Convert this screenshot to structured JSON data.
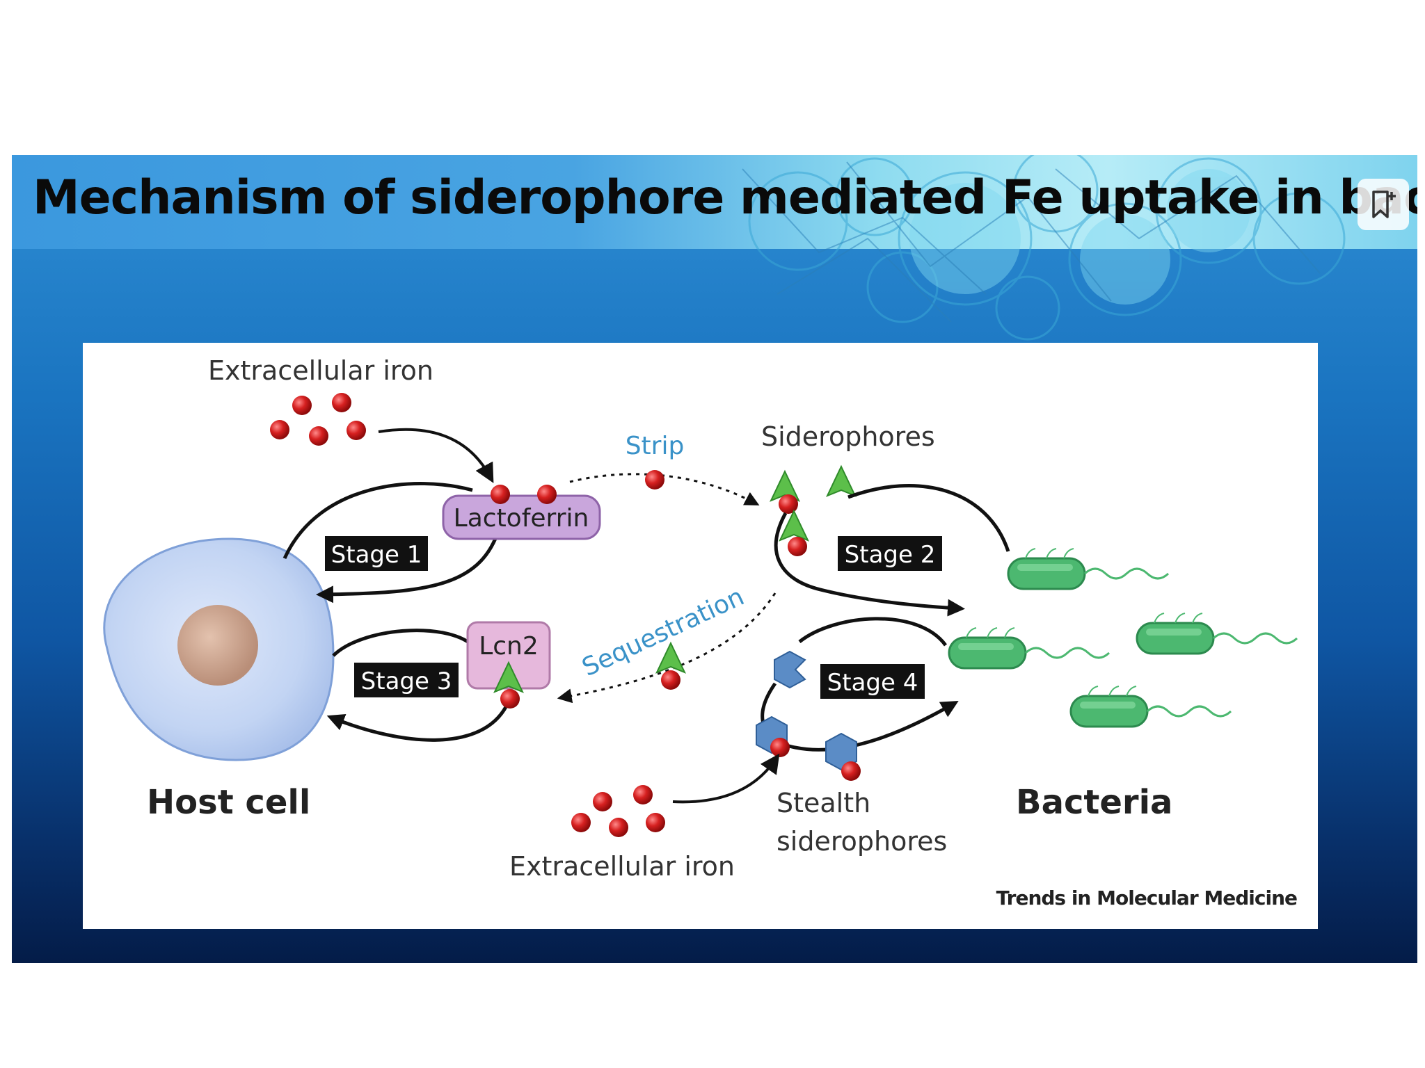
{
  "slide": {
    "title": "Mechanism of siderophore mediated Fe uptake in bacter",
    "bookmark_icon": "bookmark-add-icon"
  },
  "diagram": {
    "labels": {
      "extracellular_iron_top": "Extracellular iron",
      "strip": "Strip",
      "siderophores": "Siderophores",
      "lactoferrin": "Lactoferrin",
      "stage1": "Stage 1",
      "stage2": "Stage 2",
      "stage3": "Stage 3",
      "stage4": "Stage 4",
      "lcn2": "Lcn2",
      "sequestration": "Sequestration",
      "host_cell": "Host cell",
      "bacteria": "Bacteria",
      "stealth_line1": "Stealth",
      "stealth_line2": "siderophores",
      "extracellular_iron_bottom": "Extracellular iron",
      "credit": "Trends in Molecular Medicine"
    },
    "colors": {
      "iron": "#c81e1e",
      "siderophore": "#5cbf4a",
      "lactoferrin": "#c9a6dc",
      "lcn2": "#e6b8dc",
      "stealth": "#5b8cc6",
      "bacteria": "#4cb870",
      "host_cell": "#b8cdf0",
      "nucleus": "#c9a08a",
      "accent_text": "#3a92c8"
    }
  }
}
